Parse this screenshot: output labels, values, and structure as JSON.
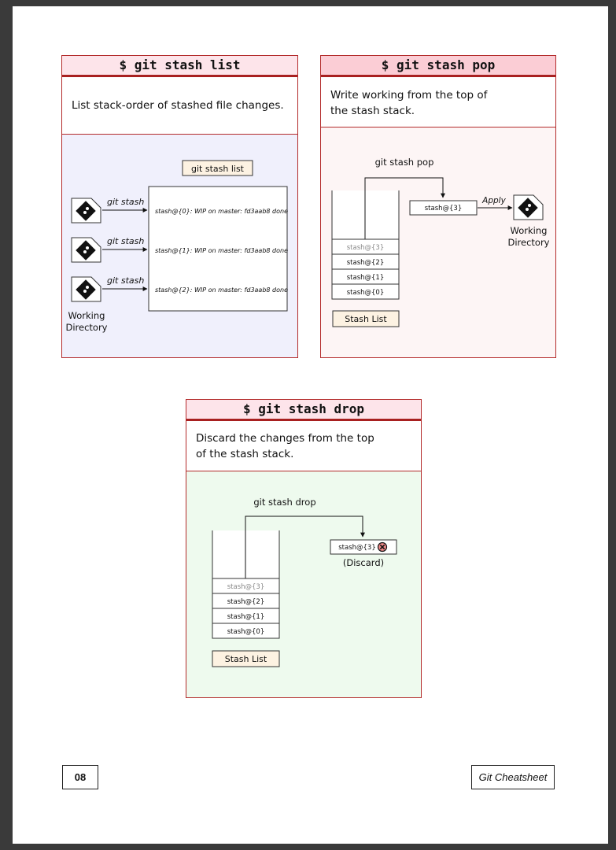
{
  "cards": {
    "list": {
      "title": "$ git stash list",
      "description": "List stack-order of stashed file changes.",
      "command_box": "git stash list",
      "arrow_label": "git stash",
      "entries": [
        "stash@{0}: WIP on master: fd3aab8 done",
        "stash@{1}: WIP on master: fd3aab8 done",
        "stash@{2}: WIP on master: fd3aab8 done"
      ],
      "working_dir_line1": "Working",
      "working_dir_line2": "Directory"
    },
    "pop": {
      "title": "$ git stash pop",
      "description_line1": "Write working from the top of",
      "description_line2": "the stash stack.",
      "command_label": "git stash pop",
      "popped_item": "stash@{3}",
      "apply_label": "Apply",
      "stack": [
        "stash@{3}",
        "stash@{2}",
        "stash@{1}",
        "stash@{0}"
      ],
      "stash_list_label": "Stash List",
      "working_dir_line1": "Working",
      "working_dir_line2": "Directory"
    },
    "drop": {
      "title": "$ git stash drop",
      "description_line1": "Discard the changes from the top",
      "description_line2": "of the stash stack.",
      "command_label": "git stash drop",
      "dropped_item": "stash@{3}",
      "discard_label": "(Discard)",
      "stack": [
        "stash@{3}",
        "stash@{2}",
        "stash@{1}",
        "stash@{0}"
      ],
      "stash_list_label": "Stash List"
    }
  },
  "footer": {
    "page_number": "08",
    "doc_title": "Git Cheatsheet"
  },
  "colors": {
    "border": "#b32a2a",
    "list_bg": "#f0f0fc",
    "pop_bg": "#fdf5f5",
    "drop_bg": "#eefaee",
    "list_title_bg": "#fde4ea",
    "pop_title_bg": "#fbcdd5",
    "drop_title_bg": "#fde4ea",
    "stash_list_box": "#fdf2e2"
  }
}
